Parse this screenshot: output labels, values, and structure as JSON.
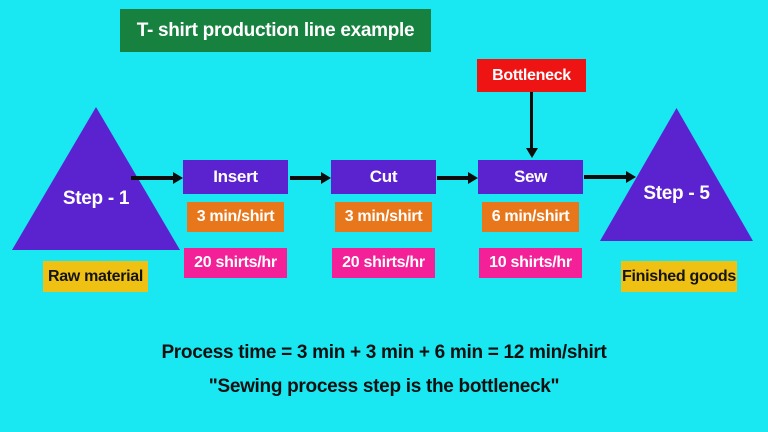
{
  "title": {
    "label": "T- shirt production line example"
  },
  "bottleneck": {
    "label": "Bottleneck"
  },
  "source": {
    "label": "Step - 1",
    "caption": "Raw material"
  },
  "sink": {
    "label": "Step - 5",
    "caption": "Finished goods"
  },
  "steps": [
    {
      "name": "Insert",
      "time": "3 min/shirt",
      "rate": "20 shirts/hr"
    },
    {
      "name": "Cut",
      "time": "3 min/shirt",
      "rate": "20 shirts/hr"
    },
    {
      "name": "Sew",
      "time": "6 min/shirt",
      "rate": "10 shirts/hr"
    }
  ],
  "summary": {
    "line1": "Process time = 3 min + 3 min + 6 min = 12 min/shirt",
    "line2": "\"Sewing process step is the bottleneck\""
  },
  "colors": {
    "background": "#19e8f2",
    "purple": "#5b22d0",
    "orange": "#e8771c",
    "pink": "#f32097",
    "yellow": "#eec113",
    "green": "#17813f",
    "red": "#ee1414",
    "arrow": "#0c0c0c",
    "text_dark": "#101010",
    "text_light": "#ffffff"
  }
}
